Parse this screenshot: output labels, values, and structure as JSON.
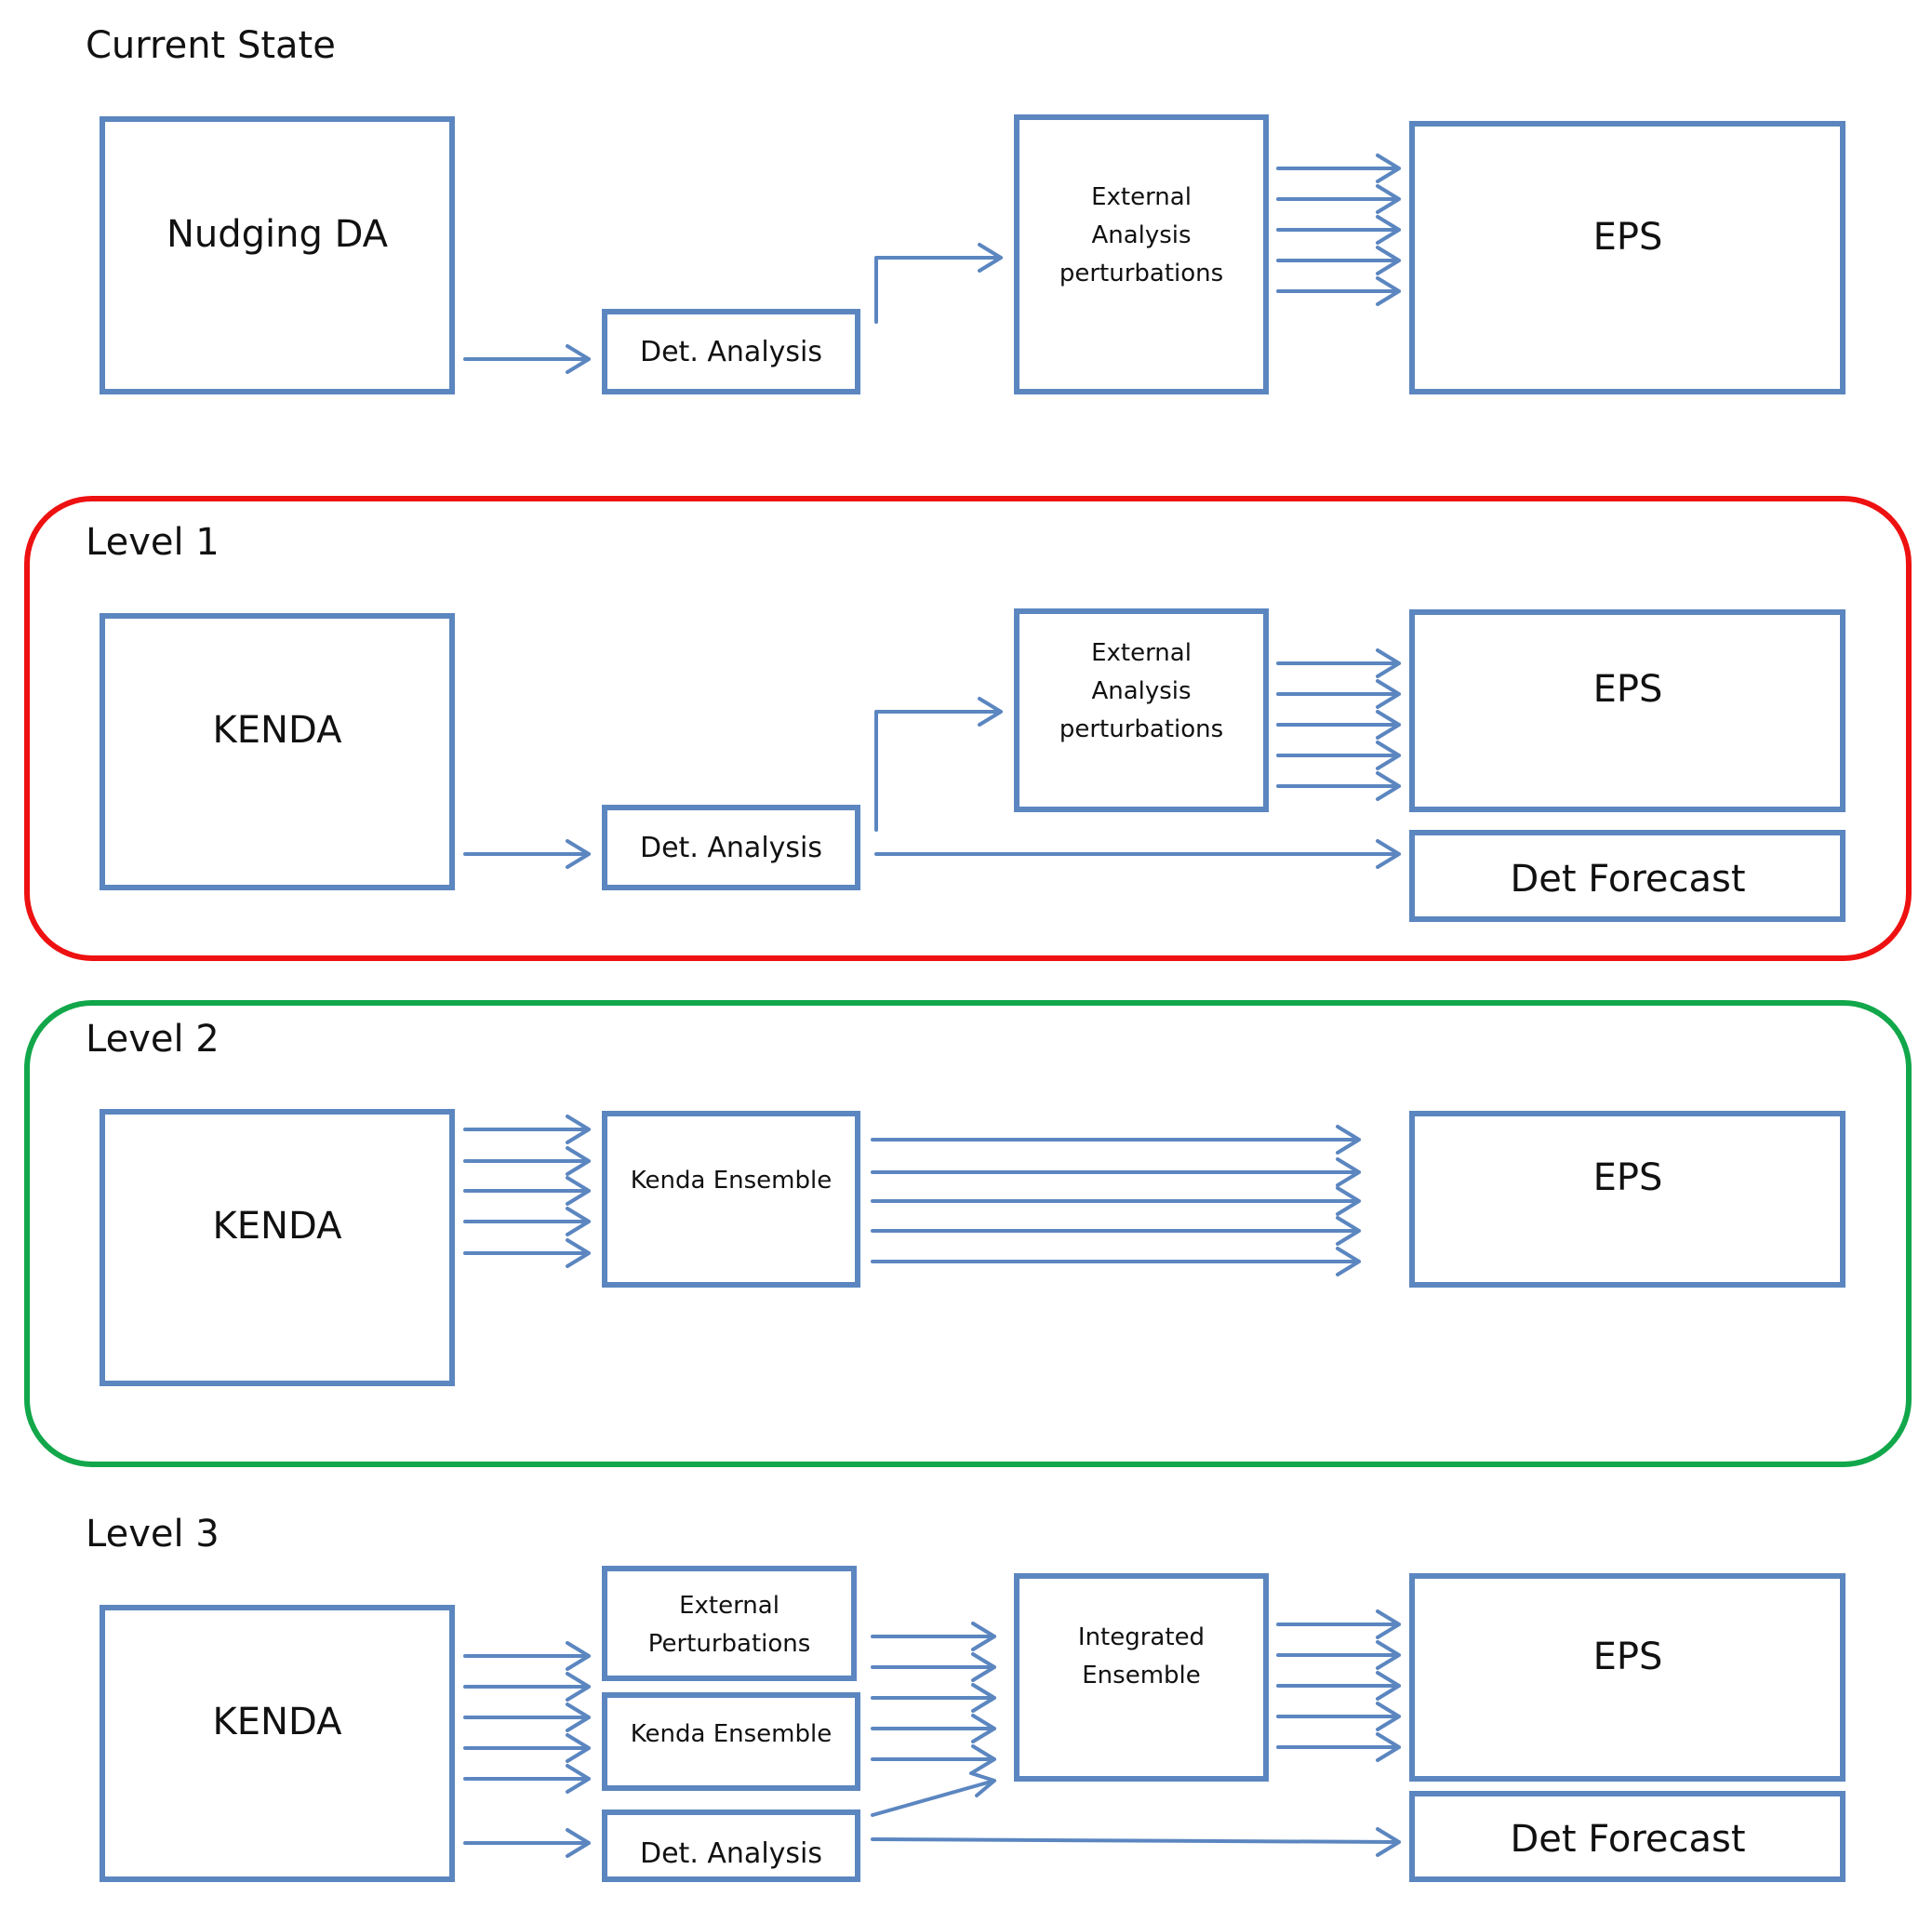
{
  "colors": {
    "box_stroke": "#5b86c0",
    "level1_frame": "#ee1111",
    "level2_frame": "#11a74a"
  },
  "sections": {
    "current": {
      "title": "Current State",
      "da_box": "Nudging DA",
      "det_analysis": "Det. Analysis",
      "perturbations": [
        "External",
        "Analysis",
        "perturbations"
      ],
      "eps": "EPS"
    },
    "level1": {
      "title": "Level 1",
      "da_box": "KENDA",
      "det_analysis": "Det. Analysis",
      "perturbations": [
        "External",
        "Analysis",
        "perturbations"
      ],
      "eps": "EPS",
      "det_forecast": "Det Forecast"
    },
    "level2": {
      "title": "Level 2",
      "da_box": "KENDA",
      "kenda_ensemble": "Kenda Ensemble",
      "eps": "EPS"
    },
    "level3": {
      "title": "Level 3",
      "da_box": "KENDA",
      "external_perturbations": [
        "External",
        "Perturbations"
      ],
      "kenda_ensemble": "Kenda Ensemble",
      "det_analysis": "Det. Analysis",
      "integrated_ensemble": [
        "Integrated",
        "Ensemble"
      ],
      "eps": "EPS",
      "det_forecast": "Det Forecast"
    }
  }
}
